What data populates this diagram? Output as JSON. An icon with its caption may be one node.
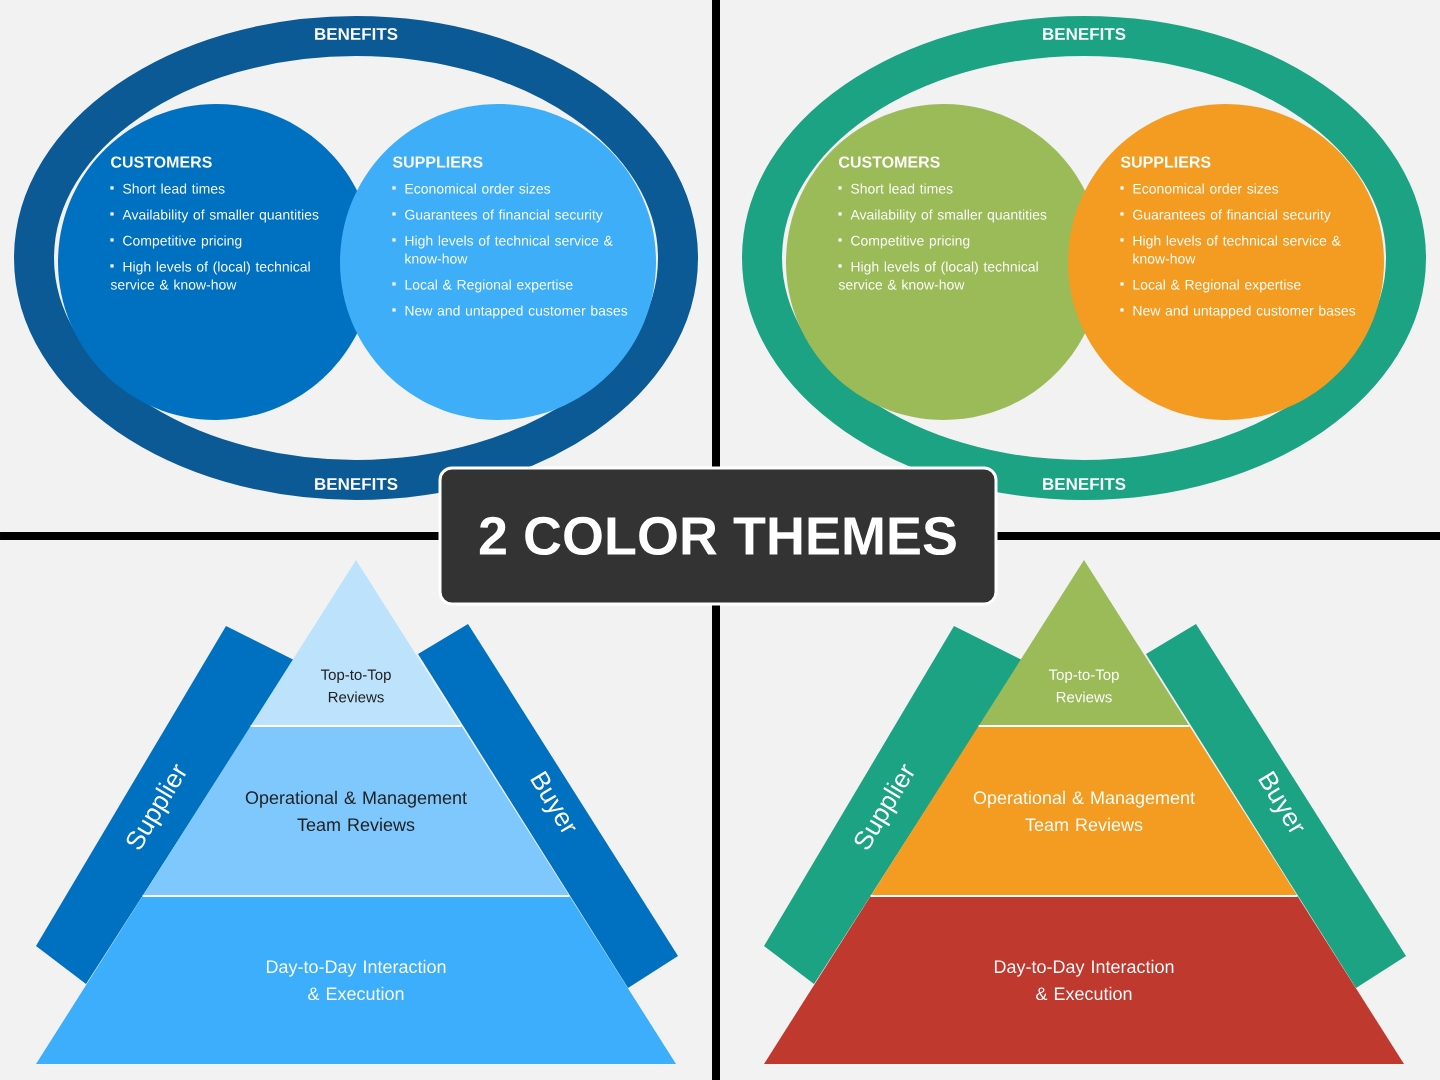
{
  "diagram": {
    "title": "2 COLOR THEMES",
    "nodes": [
      {
        "text": [
          "BENEFITS",
          "BENEFITS"
        ]
      },
      {
        "text": [
          "CUSTOMERS",
          "Short lead times",
          "Availability of smaller quantities",
          "Competitive pricing",
          "High levels of (local) technical service & know-how"
        ],
        "in": 0
      },
      {
        "text": [
          "SUPPLIERS",
          "Economical order sizes",
          "Guarantees of financial security",
          "High levels of technical service & know-how",
          "Local & Regional expertise",
          "New and untapped customer bases"
        ],
        "in": 0
      },
      {
        "text": [
          "BENEFITS",
          "BENEFITS"
        ]
      },
      {
        "text": [
          "CUSTOMERS",
          "Short lead times",
          "Availability of smaller quantities",
          "Competitive pricing",
          "High levels of (local) technical service & know-how"
        ],
        "in": 3
      },
      {
        "text": [
          "SUPPLIERS",
          "Economical order sizes",
          "Guarantees of financial security",
          "High levels of technical service & know-how",
          "Local & Regional expertise",
          "New and untapped customer bases"
        ],
        "in": 3
      },
      {
        "text": [
          "Top-to-Top Reviews"
        ]
      },
      {
        "text": [
          "Operational & Management Team Reviews"
        ]
      },
      {
        "text": [
          "Day-to-Day Interaction & Execution"
        ]
      },
      {
        "text": [
          "Supplier"
        ]
      },
      {
        "text": [
          "Buyer"
        ]
      },
      {
        "text": [
          "Top-to-Top Reviews"
        ]
      },
      {
        "text": [
          "Operational & Management Team Reviews"
        ]
      },
      {
        "text": [
          "Day-to-Day Interaction & Execution"
        ]
      },
      {
        "text": [
          "Supplier"
        ]
      },
      {
        "text": [
          "Buyer"
        ]
      }
    ]
  }
}
